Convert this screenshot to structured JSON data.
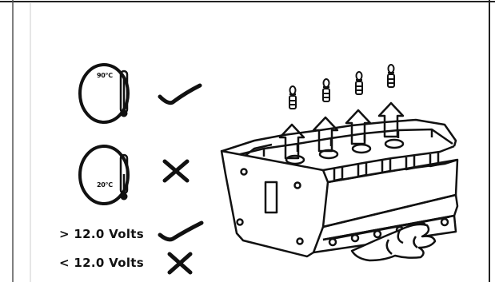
{
  "diagram": {
    "thermometer_hot": {
      "reading": "90°C",
      "status_icon": "checkmark-icon"
    },
    "thermometer_cold": {
      "reading": "20°C",
      "status_icon": "cross-icon"
    },
    "voltage_high": {
      "label": "> 12.0 Volts",
      "status_icon": "checkmark-icon"
    },
    "voltage_low": {
      "label": "< 12.0 Volts",
      "status_icon": "cross-icon"
    },
    "illustration_icon": "glow-plug-removal-illustration"
  }
}
